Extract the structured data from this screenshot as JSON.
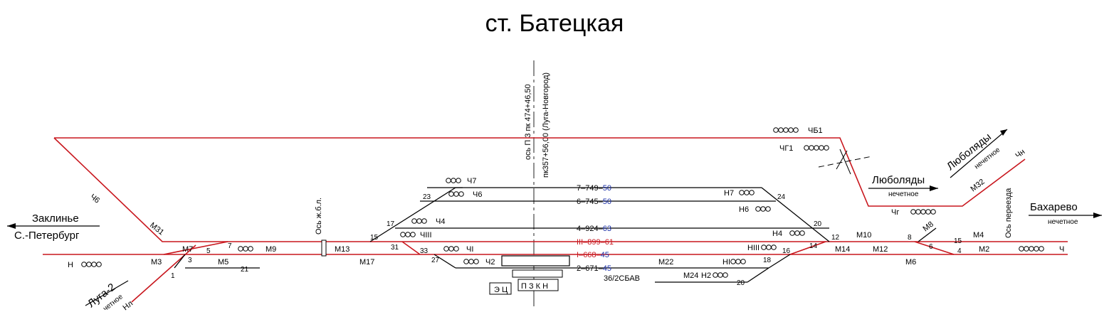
{
  "title": "ст. Батецкая",
  "colors": {
    "main_track": "#c8161d",
    "aux_track": "#000000",
    "blue_number": "#1a2fa8"
  },
  "axis": {
    "label1": "ось П 3 пк 474+46,50",
    "label2": "пк357+56,00 (Луга-Новгород)"
  },
  "directions": {
    "zaklinye": "Заклинье",
    "spb": "С.-Петербург",
    "luga2": "Луга-2",
    "luga2_sub": "четное",
    "lyubolyady_up": "Люболяды",
    "lyubolyady_up_sub": "нечетное",
    "lyubolyady": "Люболяды",
    "lyubolyady_sub": "нечетное",
    "bakharevo": "Бахарево",
    "bakharevo_sub": "нечетное"
  },
  "tracks": [
    {
      "name": "7",
      "len": "749",
      "num": "50",
      "color": "black"
    },
    {
      "name": "6",
      "len": "745",
      "num": "50",
      "color": "black"
    },
    {
      "name": "4",
      "len": "924",
      "num": "63",
      "color": "black"
    },
    {
      "name": "III",
      "len": "899",
      "num": "61",
      "color": "red"
    },
    {
      "name": "I",
      "len": "668",
      "num": "45",
      "color": "red"
    },
    {
      "name": "2",
      "len": "671",
      "num": "45",
      "color": "black"
    }
  ],
  "signals": {
    "N": "Н",
    "M3": "М3",
    "M7": "М7",
    "M5": "М5",
    "M9": "М9",
    "M31": "М31",
    "Ch6": "Ч6",
    "Nl": "Нл",
    "M13": "М13",
    "M17": "М17",
    "Ch7": "Ч7",
    "Ch6b": "Ч6",
    "Ch4": "Ч4",
    "ChIII": "ЧIII",
    "ChI": "ЧI",
    "Ch2": "Ч2",
    "M22": "М22",
    "M24": "М24",
    "H2": "Н2",
    "HI": "НI",
    "HIII": "НIII",
    "H4": "Н4",
    "H6": "Н6",
    "H7": "Н7",
    "ChB1": "ЧБ1",
    "ChG1": "ЧГ1",
    "Chg": "Чг",
    "M14": "М14",
    "M10": "М10",
    "M12": "М12",
    "M8": "М8",
    "M6": "М6",
    "M4": "М4",
    "M2": "М2",
    "Ch": "Ч",
    "M32": "М32",
    "Chn": "Чн"
  },
  "switches": [
    "1",
    "3",
    "5",
    "7",
    "15",
    "17",
    "23",
    "31",
    "33",
    "27",
    "18",
    "16",
    "14",
    "12",
    "20",
    "24",
    "8",
    "6",
    "4",
    "15"
  ],
  "stubs": {
    "s21": "21",
    "s20": "20"
  },
  "misc": {
    "os_jbl": "Ось ж.б.л.",
    "os_pereezda": "Ось переезда",
    "sbav": "36/2СБАВ",
    "ec": "Э Ц",
    "pzkn": "П З К Н"
  }
}
